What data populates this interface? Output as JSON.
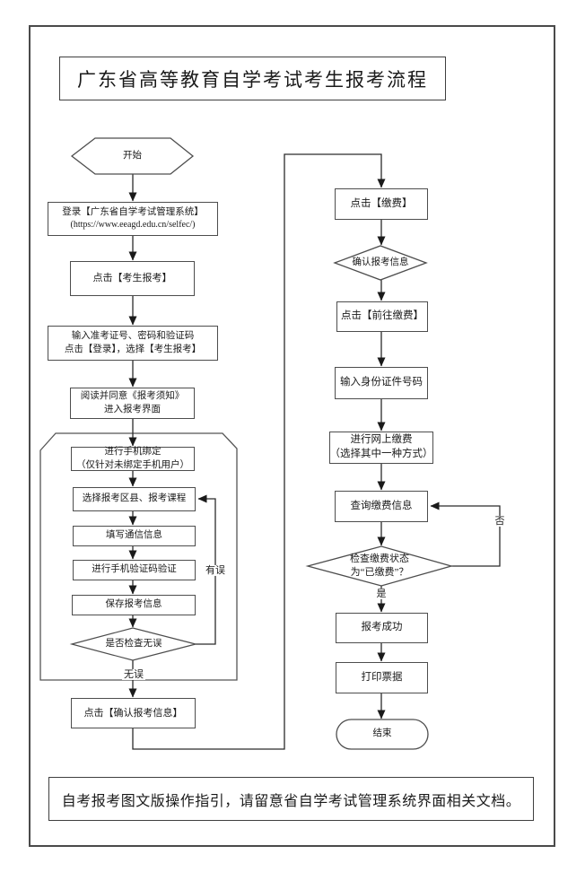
{
  "page": {
    "title": "广东省高等教育自学考试考生报考流程",
    "footer_note": "自考报考图文版操作指引，请留意省自学考试管理系统界面相关文档。"
  },
  "nodes": {
    "start": {
      "label": "开始"
    },
    "login": {
      "line1": "登录【广东省自学考试管理系统】",
      "line2": "(https://www.eeagd.edu.cn/selfec/)"
    },
    "click_candidate_register": {
      "label": "点击【考生报考】"
    },
    "enter_credentials": {
      "line1": "输入准考证号、密码和验证码",
      "line2": "点击【登录】，选择【考生报考】"
    },
    "read_notice": {
      "line1": "阅读并同意《报考须知》",
      "line2": "进入报考界面"
    },
    "bind_phone": {
      "line1": "进行手机绑定",
      "line2": "（仅针对未绑定手机用户）"
    },
    "select_district_courses": {
      "label": "选择报考区县、报考课程"
    },
    "fill_contact_info": {
      "label": "填写通信信息"
    },
    "verify_sms_code": {
      "label": "进行手机验证码验证"
    },
    "save_register_info": {
      "label": "保存报考信息"
    },
    "check_no_error": {
      "label": "是否检查无误"
    },
    "confirm_register_info": {
      "label": "点击【确认报考信息】"
    },
    "click_pay": {
      "label": "点击【缴费】"
    },
    "confirm_info_decision": {
      "label": "确认报考信息"
    },
    "click_go_pay": {
      "label": "点击【前往缴费】"
    },
    "enter_id_number": {
      "label": "输入身份证件号码"
    },
    "online_payment": {
      "line1": "进行网上缴费",
      "line2": "（选择其中一种方式）"
    },
    "query_payment_info": {
      "label": "查询缴费信息"
    },
    "check_paid_status": {
      "line1": "检查缴费状态",
      "line2": "为“已缴费”？"
    },
    "register_success": {
      "label": "报考成功"
    },
    "print_receipt": {
      "label": "打印票据"
    },
    "end": {
      "label": "结束"
    }
  },
  "edge_labels": {
    "has_error": "有误",
    "no_error": "无误",
    "yes": "是",
    "no": "否"
  }
}
